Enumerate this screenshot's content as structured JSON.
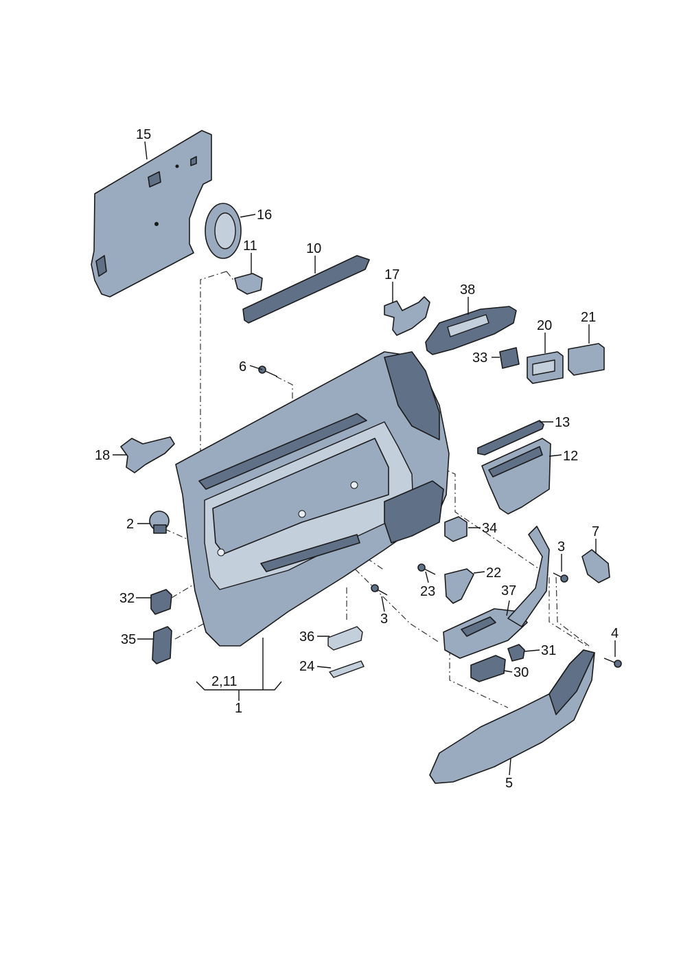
{
  "callouts": {
    "c1": "1",
    "c2": "2",
    "c2_11": "2,11",
    "c3a": "3",
    "c3b": "3",
    "c4": "4",
    "c5": "5",
    "c6": "6",
    "c7": "7",
    "c10": "10",
    "c11": "11",
    "c12": "12",
    "c13": "13",
    "c15": "15",
    "c16": "16",
    "c17": "17",
    "c18": "18",
    "c20": "20",
    "c21": "21",
    "c22": "22",
    "c23": "23",
    "c24": "24",
    "c30": "30",
    "c31": "31",
    "c32": "32",
    "c33": "33",
    "c34": "34",
    "c35": "35",
    "c36": "36",
    "c37": "37",
    "c38": "38"
  },
  "colors": {
    "part_fill": "#9aaabf",
    "part_dark": "#5f7087",
    "part_light": "#c4cfdc",
    "line": "#1a1a1a"
  }
}
